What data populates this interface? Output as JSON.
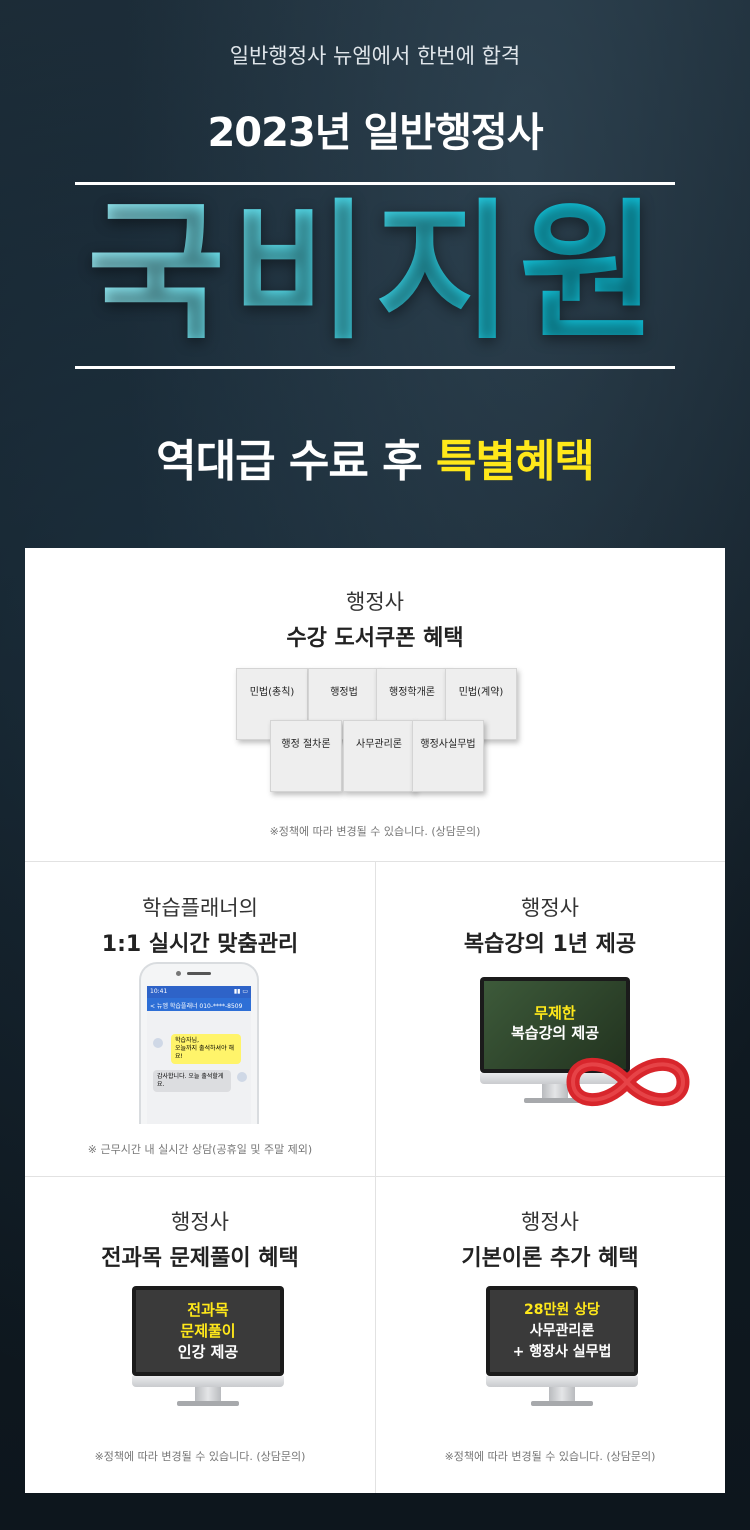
{
  "hero": {
    "subtitle": "일반행정사 뉴엠에서 한번에 합격",
    "year_title": "2023년 일반행정사",
    "main_title": "국비지원",
    "benefit_prefix": "역대급 수료 후 ",
    "benefit_highlight": "특별혜택"
  },
  "coupon": {
    "title1": "행정사",
    "title2": "수강 도서쿠폰 혜택",
    "books_row1": [
      "민법(총칙)",
      "행정법",
      "행정학개론",
      "민법(계약)"
    ],
    "books_row2": [
      "행정 절차론",
      "사무관리론",
      "행정사실무법"
    ],
    "note": "※정책에 따라 변경될 수 있습니다. (상담문의)"
  },
  "planner": {
    "title1": "학습플래너의",
    "title2": "1:1 실시간 맞춤관리",
    "phone_time": "10:41",
    "phone_header": "< 뉴엠 학습플래너  010-****-8509",
    "msg_planner_1": "학습자님,",
    "msg_planner_2": "오늘까지 출석하셔야 해요!",
    "msg_user": "감사합니다. 오늘 출석할게요.",
    "note": "※ 근무시간 내 실시간 상담(공휴일 및 주말 제외)"
  },
  "review": {
    "title1": "행정사",
    "title2": "복습강의 1년 제공",
    "screen_line1": "무제한",
    "screen_line2": "복습강의 제공"
  },
  "problem": {
    "title1": "행정사",
    "title2": "전과목 문제풀이 혜택",
    "screen_line1": "전과목",
    "screen_line2": "문제풀이",
    "screen_line3": "인강 제공",
    "note": "※정책에 따라 변경될 수 있습니다. (상담문의)"
  },
  "basic": {
    "title1": "행정사",
    "title2": "기본이론 추가 혜택",
    "screen_line1": "28만원 상당",
    "screen_line2": "사무관리론",
    "screen_line3": "+ 행장사 실무법",
    "note": "※정책에 따라 변경될 수 있습니다. (상담문의)"
  },
  "colors": {
    "accent_cyan": "#14c9e0",
    "highlight_yellow": "#ffe81a",
    "ribbon_red": "#d8262c"
  }
}
